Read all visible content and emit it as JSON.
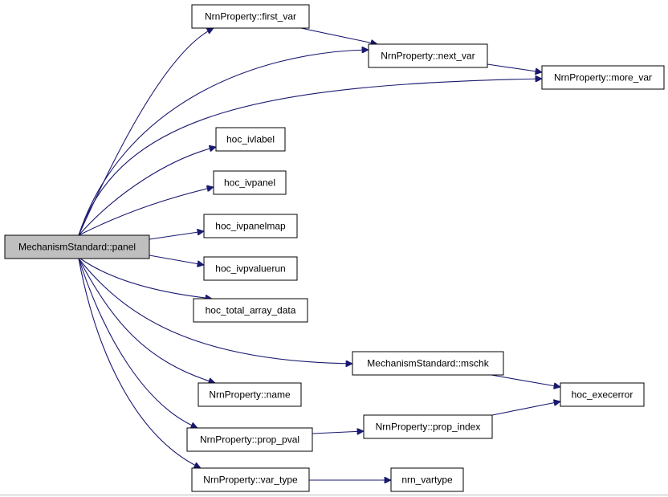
{
  "diagram": {
    "nodes": [
      {
        "id": "panel",
        "label": "MechanismStandard::panel"
      },
      {
        "id": "first_var",
        "label": "NrnProperty::first_var"
      },
      {
        "id": "next_var",
        "label": "NrnProperty::next_var"
      },
      {
        "id": "more_var",
        "label": "NrnProperty::more_var"
      },
      {
        "id": "hoc_ivlabel",
        "label": "hoc_ivlabel"
      },
      {
        "id": "hoc_ivpanel",
        "label": "hoc_ivpanel"
      },
      {
        "id": "hoc_ivpanelmap",
        "label": "hoc_ivpanelmap"
      },
      {
        "id": "hoc_ivpvaluerun",
        "label": "hoc_ivpvaluerun"
      },
      {
        "id": "hoc_total",
        "label": "hoc_total_array_data"
      },
      {
        "id": "mschk",
        "label": "MechanismStandard::mschk"
      },
      {
        "id": "name",
        "label": "NrnProperty::name"
      },
      {
        "id": "hoc_execerror",
        "label": "hoc_execerror"
      },
      {
        "id": "prop_pval",
        "label": "NrnProperty::prop_pval"
      },
      {
        "id": "prop_index",
        "label": "NrnProperty::prop_index"
      },
      {
        "id": "var_type",
        "label": "NrnProperty::var_type"
      },
      {
        "id": "nrn_vartype",
        "label": "nrn_vartype"
      }
    ],
    "edges": [
      {
        "from": "panel",
        "to": "first_var"
      },
      {
        "from": "panel",
        "to": "next_var"
      },
      {
        "from": "panel",
        "to": "more_var"
      },
      {
        "from": "panel",
        "to": "hoc_ivlabel"
      },
      {
        "from": "panel",
        "to": "hoc_ivpanel"
      },
      {
        "from": "panel",
        "to": "hoc_ivpanelmap"
      },
      {
        "from": "panel",
        "to": "hoc_ivpvaluerun"
      },
      {
        "from": "panel",
        "to": "hoc_total"
      },
      {
        "from": "panel",
        "to": "mschk"
      },
      {
        "from": "panel",
        "to": "name"
      },
      {
        "from": "panel",
        "to": "prop_pval"
      },
      {
        "from": "panel",
        "to": "var_type"
      },
      {
        "from": "first_var",
        "to": "next_var"
      },
      {
        "from": "next_var",
        "to": "more_var"
      },
      {
        "from": "mschk",
        "to": "hoc_execerror"
      },
      {
        "from": "prop_pval",
        "to": "prop_index"
      },
      {
        "from": "prop_index",
        "to": "hoc_execerror"
      },
      {
        "from": "var_type",
        "to": "nrn_vartype"
      }
    ],
    "colors": {
      "edge": "#191970",
      "root_fill": "#bfbfbf",
      "node_fill": "#ffffff",
      "border": "#000000"
    }
  }
}
